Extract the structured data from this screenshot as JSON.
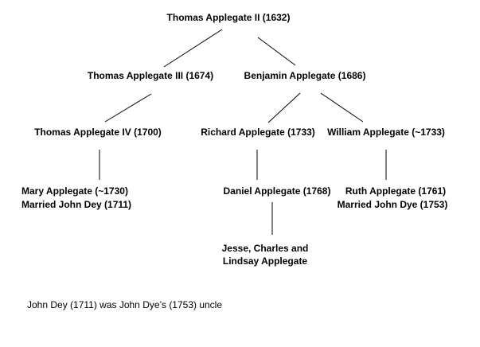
{
  "people": {
    "thomas_ii": "Thomas Applegate II (1632)",
    "thomas_iii": "Thomas Applegate III (1674)",
    "benjamin": "Benjamin Applegate (1686)",
    "thomas_iv": "Thomas Applegate IV (1700)",
    "richard": "Richard Applegate (1733)",
    "william": "William Applegate (~1733)",
    "mary": "Mary Applegate (~1730)",
    "mary_married": "Married John Dey (1711)",
    "daniel": "Daniel Applegate (1768)",
    "ruth": "Ruth Applegate (1761)",
    "ruth_married": "Married John Dye (1753)",
    "jesse_group": "Jesse, Charles and\nLindsay Applegate"
  },
  "note": "John Dey (1711) was John Dye’s (1753) uncle"
}
